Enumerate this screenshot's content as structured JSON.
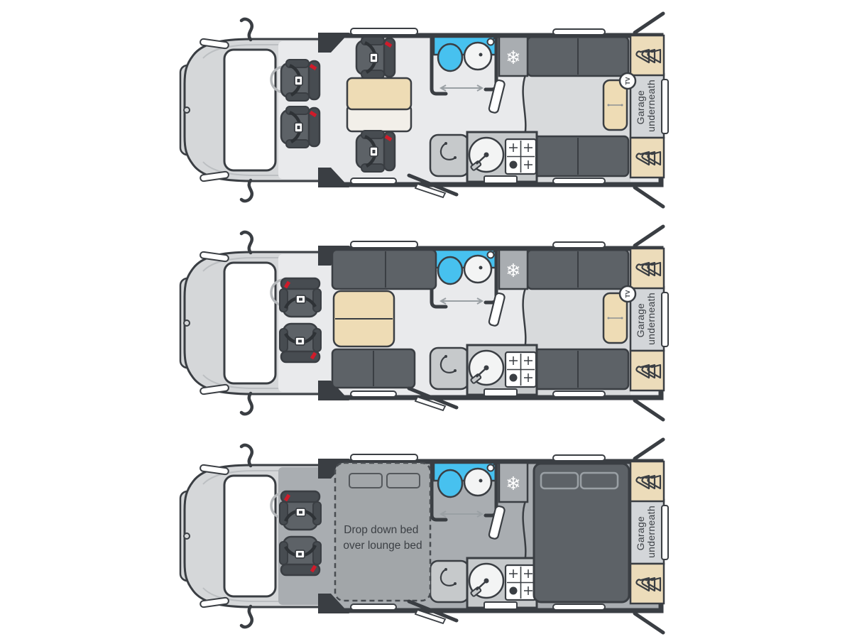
{
  "icons": {
    "snowflake": "❄",
    "wardrobe_hanger": "hanger-icon",
    "seatbelt": "seatbelt-icon"
  },
  "colors": {
    "wall": "#3a3e43",
    "floor_day": "#e9eaec",
    "floor_lounge": "#d8dadc",
    "floor_night": "#a9adb1",
    "cab_body": "#d5d7d9",
    "seat": "#5d6267",
    "seat_dark": "#474c51",
    "belt": "#2e3236",
    "red": "#d01b2a",
    "blue": "#47c1ef",
    "counter": "#c6c9cb",
    "sink_white": "#f3f4f4",
    "fridge": "#a9adb1",
    "table_beige": "#eedcb5",
    "table_white": "#f2efe9",
    "wardrobe": "#ecdcba",
    "garage_floor": "#d3d6d9",
    "drop_bed": "#a2a6a9",
    "text": "#3c4045",
    "arrow": "#9aa0a4",
    "pillow_line": "#9aa0a5"
  },
  "floorplans": [
    {
      "id": "travel-layout",
      "garage_line1": "Garage",
      "garage_line2": "underneath",
      "tv_badge": "TV"
    },
    {
      "id": "lounge-layout",
      "garage_line1": "Garage",
      "garage_line2": "underneath",
      "tv_badge": "TV"
    },
    {
      "id": "night-layout",
      "garage_line1": "Garage",
      "garage_line2": "underneath",
      "drop_bed_line1": "Drop down bed",
      "drop_bed_line2": "over lounge bed"
    }
  ]
}
